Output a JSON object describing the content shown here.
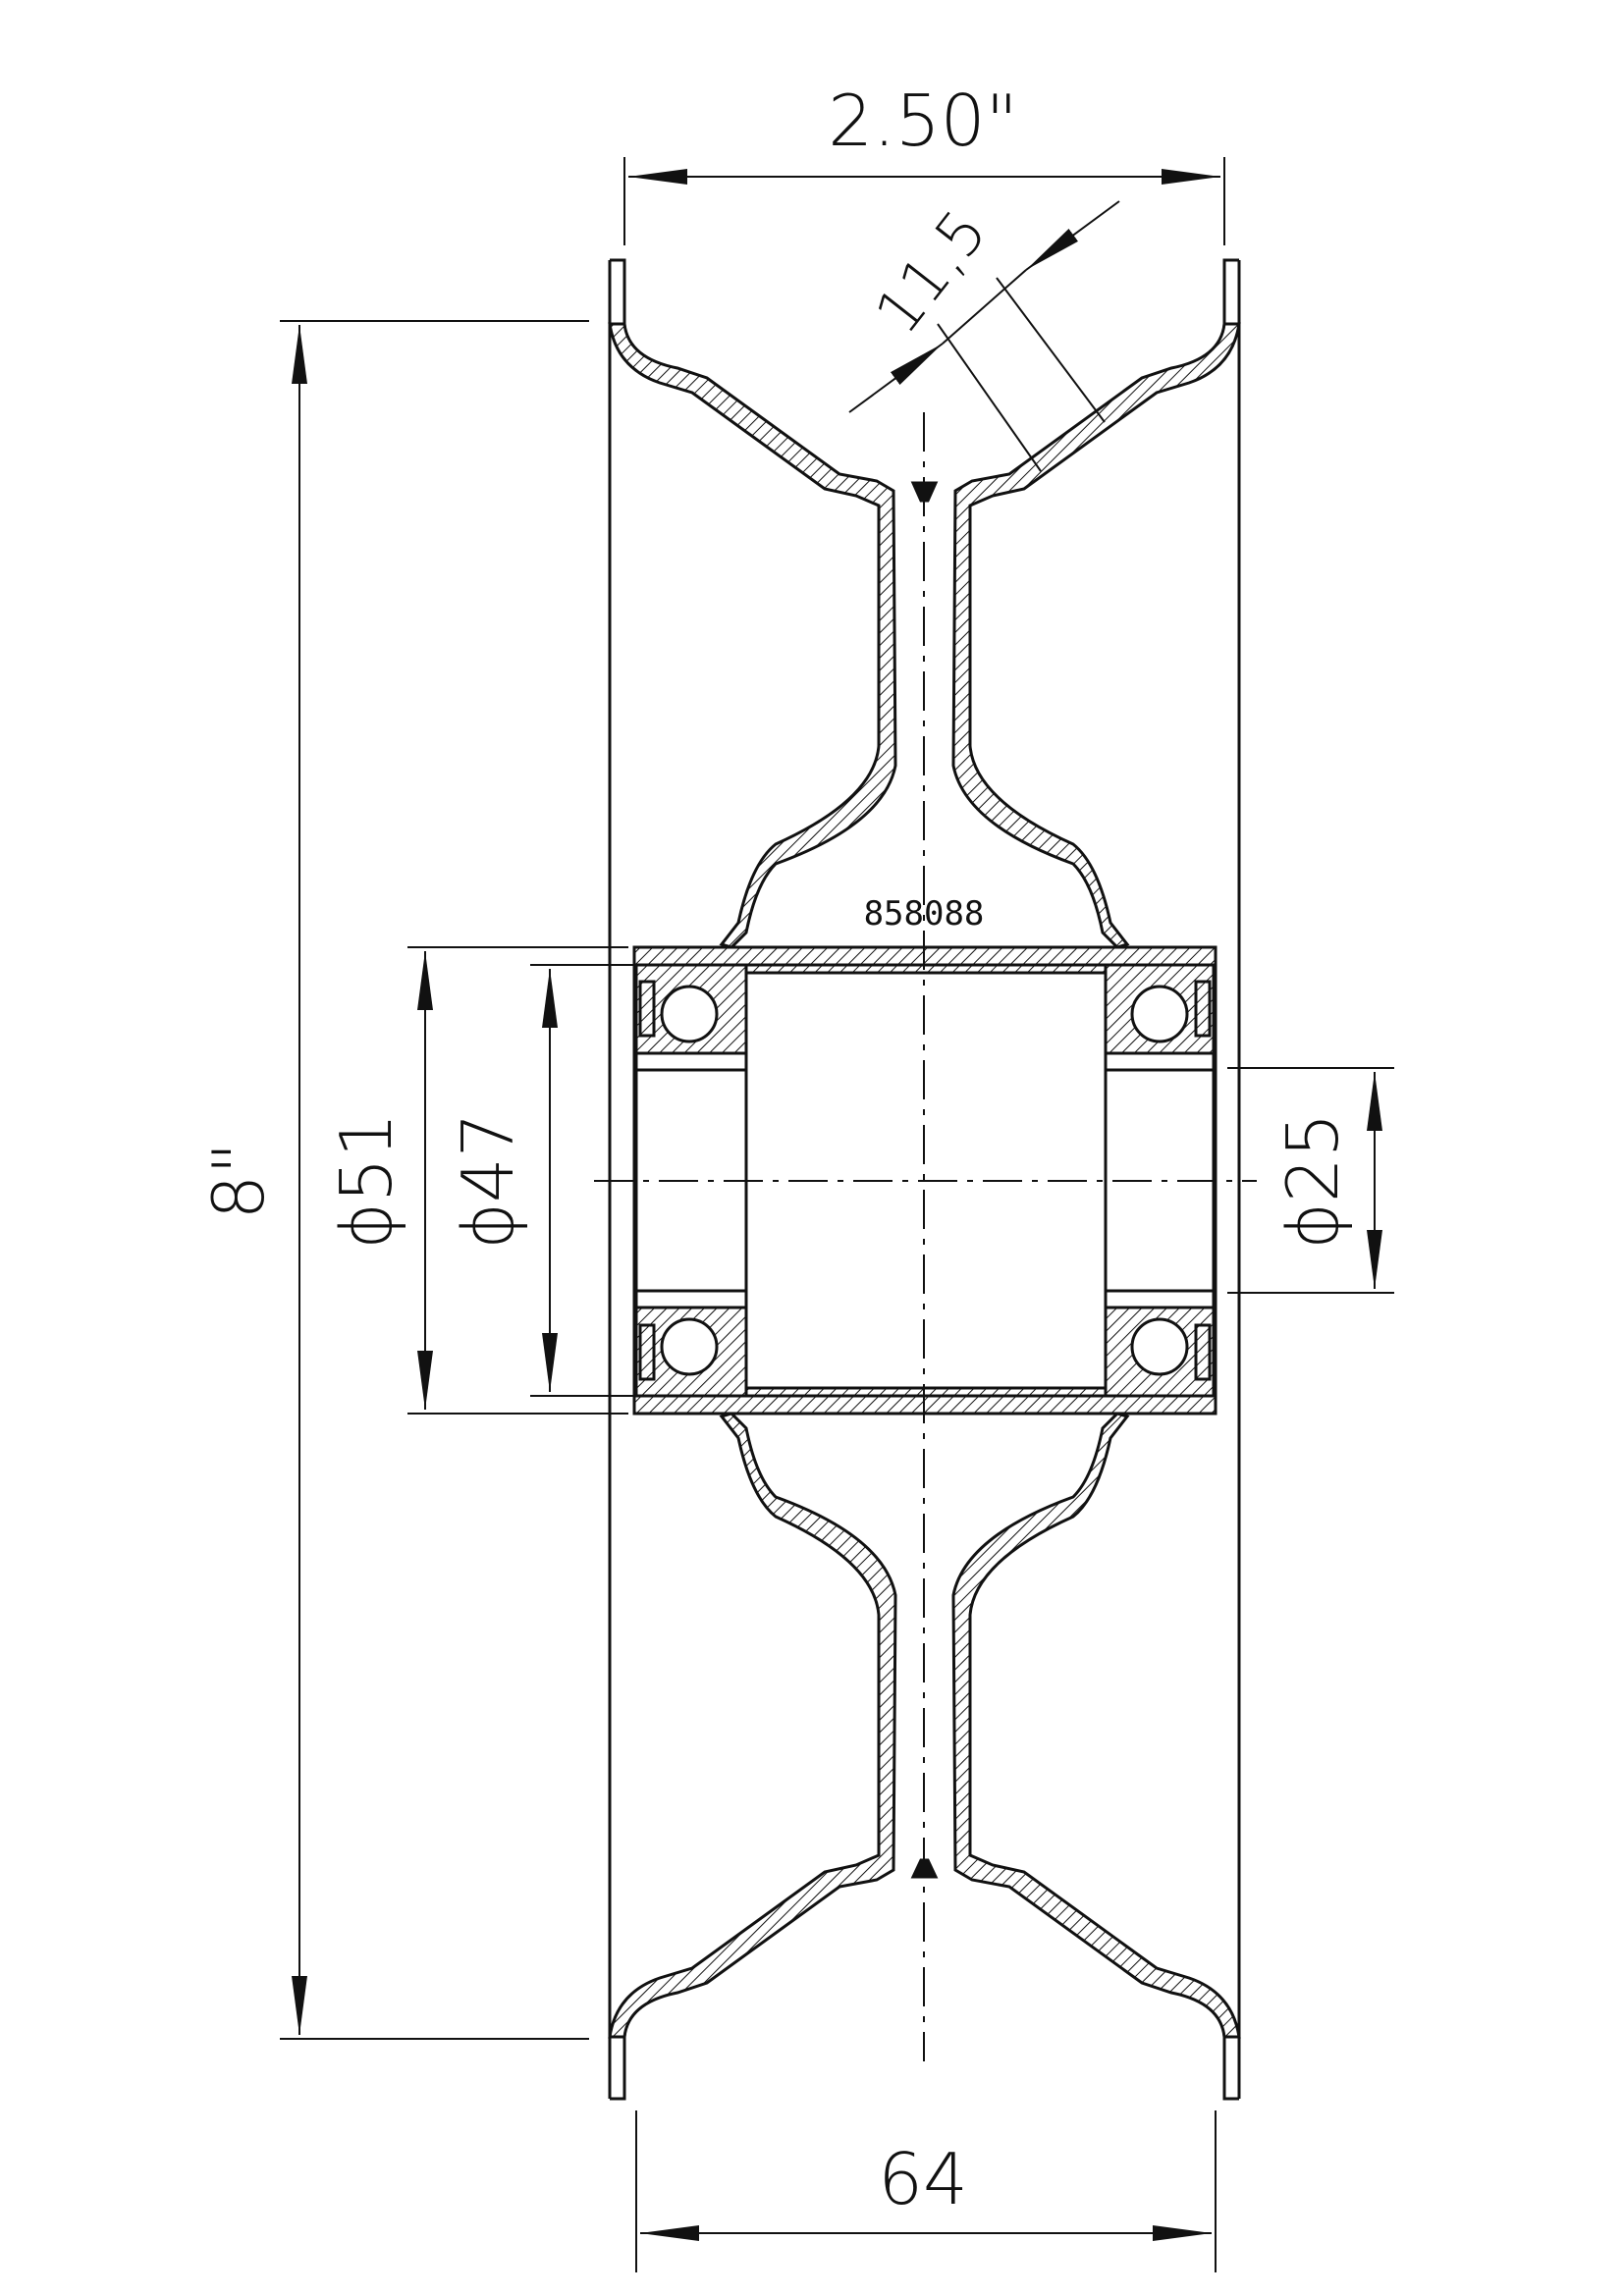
{
  "drawing": {
    "part_number": "858088",
    "dimensions": {
      "width_overall": "2.50\"",
      "rim_thickness": "11,5",
      "diameter_overall": "8\"",
      "bore_d51": "ϕ51",
      "bore_d47": "ϕ47",
      "axle_d25": "ϕ25",
      "hub_length": "64"
    },
    "colors": {
      "line": "#111111",
      "background": "#ffffff"
    }
  }
}
